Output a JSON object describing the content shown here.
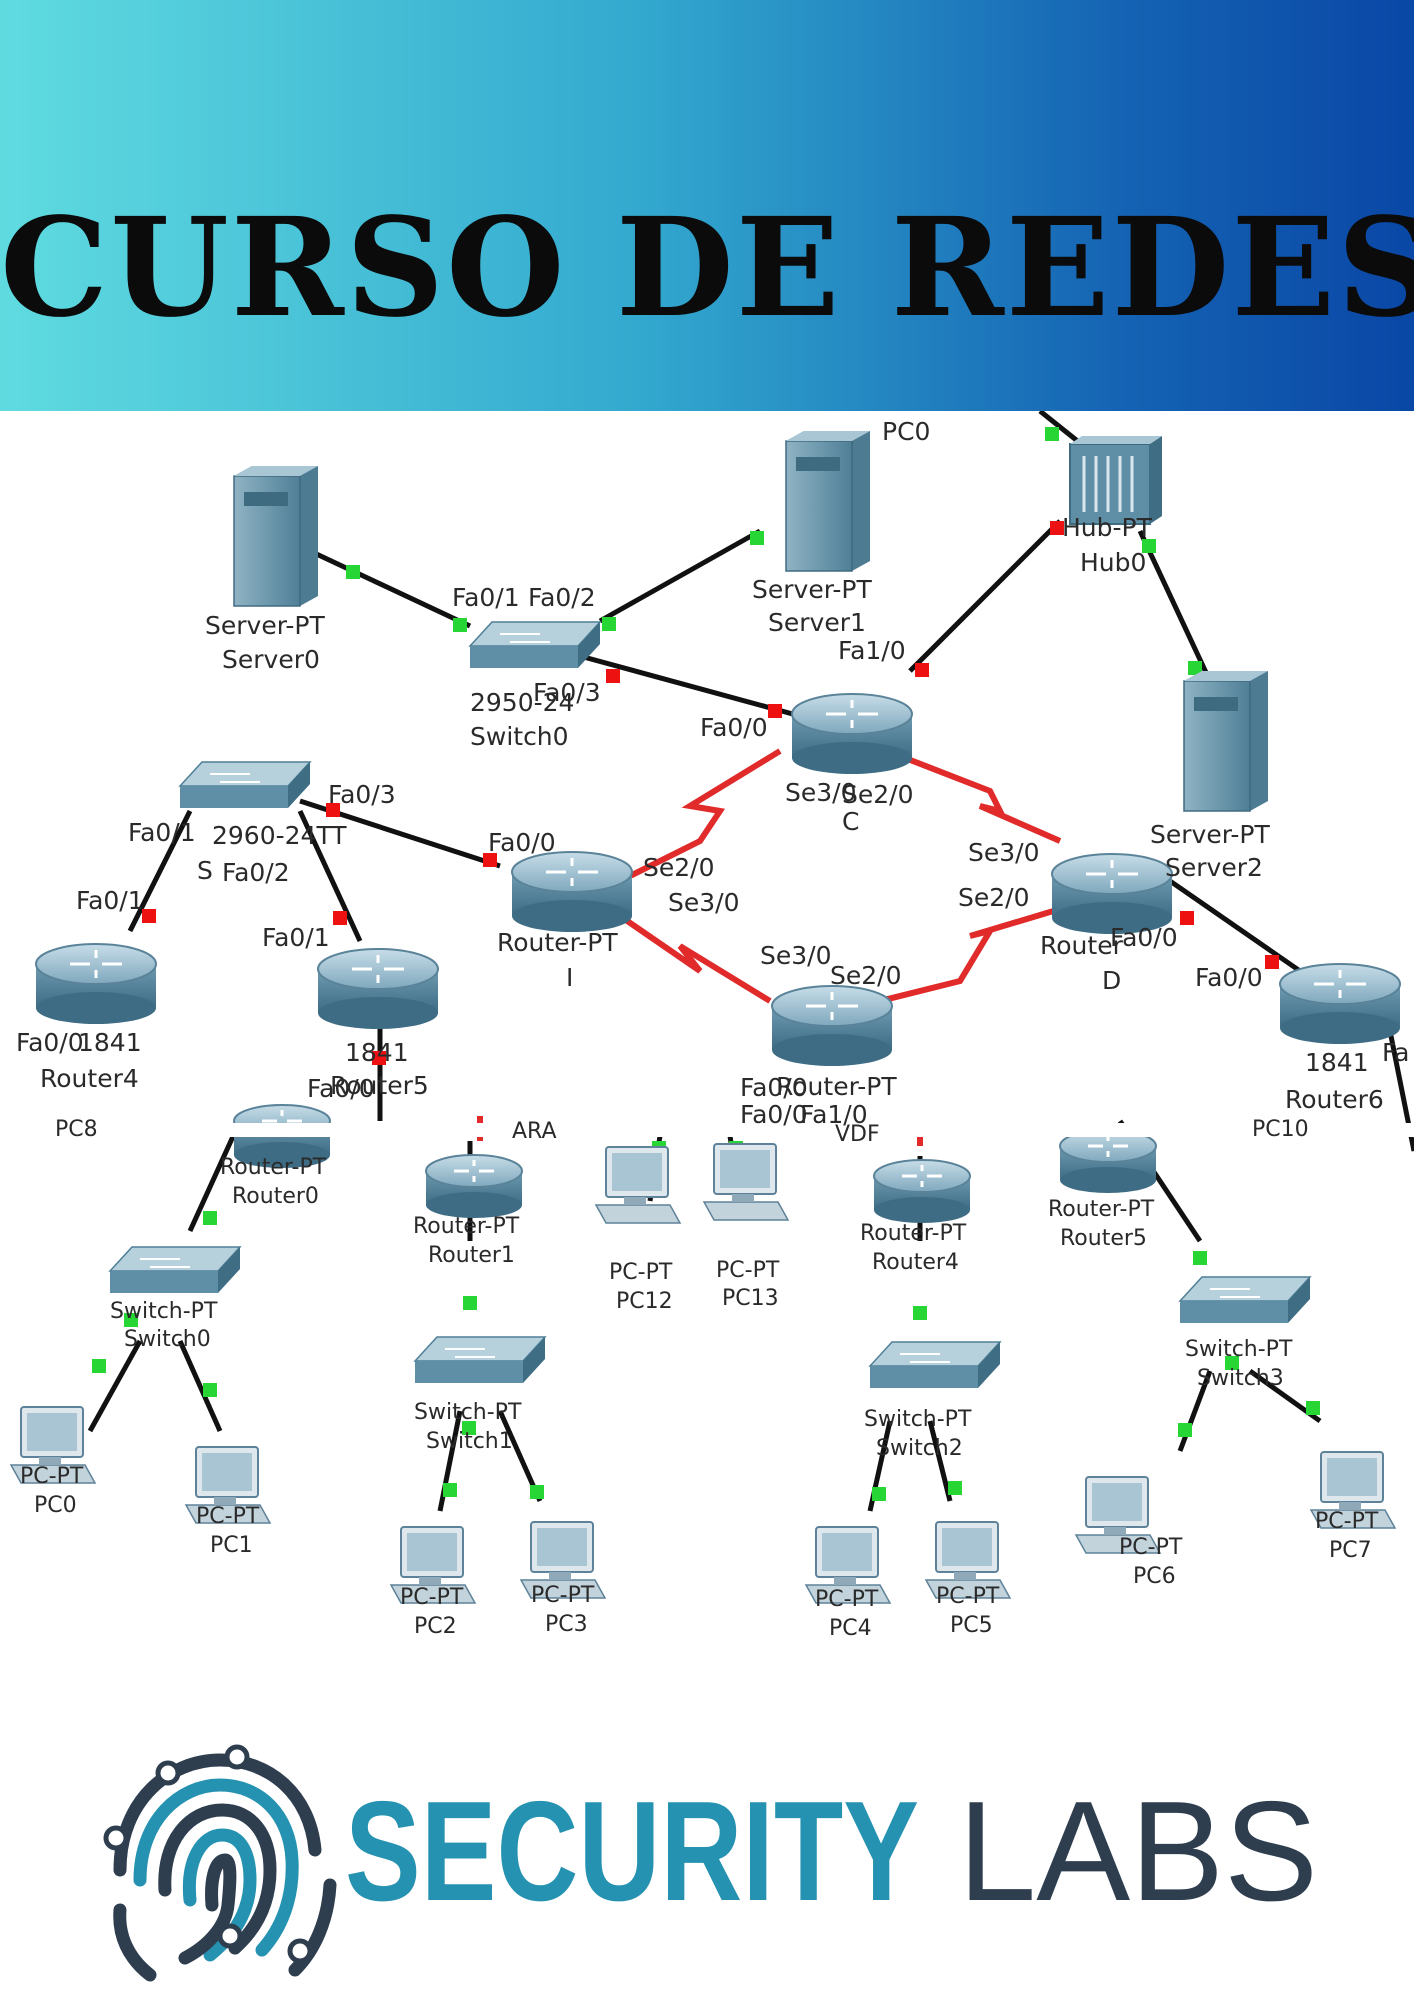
{
  "banner": {
    "title": "CURSO DE REDES",
    "gradient": [
      "#5fdbe0",
      "#33a9cf",
      "#1462b3",
      "#0a47a6"
    ]
  },
  "colors": {
    "link": "#111111",
    "serial_link": "#e12a2a",
    "port_up": "#27d635",
    "port_down": "#ee1111",
    "device_body": "#5e8fa6"
  },
  "diagram": {
    "top_devices": [
      {
        "type": "Server-PT",
        "name": "Server0"
      },
      {
        "type": "Server-PT",
        "name": "Server1"
      },
      {
        "type": "Hub-PT",
        "name": "Hub0"
      },
      {
        "type": "Server-PT",
        "name": "Server2"
      },
      {
        "type": "",
        "name": "PC0"
      },
      {
        "type": "2950-24",
        "name": "Switch0"
      },
      {
        "type": "Router-PT",
        "name": "C"
      },
      {
        "type": "Router-PT",
        "name": "I"
      },
      {
        "type": "Router",
        "name": "D"
      },
      {
        "type": "Router-PT",
        "name": ""
      },
      {
        "type": "2960-24TT",
        "name": "S"
      },
      {
        "type": "1841",
        "name": "Router4"
      },
      {
        "type": "1841",
        "name": "Router5"
      },
      {
        "type": "1841",
        "name": "Router6"
      }
    ],
    "port_labels": [
      "Fa0/1",
      "Fa0/2",
      "Fa0/3",
      "Fa0/0",
      "Fa1/0",
      "Se2/0",
      "Se3/0",
      "Fa0/3",
      "Fa0/1",
      "Fa0/2",
      "Fa0/0",
      "Se2/0",
      "Se3/0",
      "Se3/0",
      "Se2/0",
      "Se3/0",
      "Se2/0",
      "Fa0/0",
      "Fa0/0",
      "Fa0/1",
      "Fa0/1",
      "Fa0/0",
      "Fa0/0",
      "Fa1/0",
      "Fa"
    ],
    "fragments": [
      "PC8",
      "PC10",
      "ARA",
      "VDF",
      "Fa0/0",
      "Fa0/0"
    ],
    "bottom_devices": [
      {
        "type": "Router-PT",
        "name": "Router0"
      },
      {
        "type": "Router-PT",
        "name": "Router1"
      },
      {
        "type": "Router-PT",
        "name": "Router4"
      },
      {
        "type": "Router-PT",
        "name": "Router5"
      },
      {
        "type": "Switch-PT",
        "name": "Switch0"
      },
      {
        "type": "Switch-PT",
        "name": "Switch1"
      },
      {
        "type": "Switch-PT",
        "name": "Switch2"
      },
      {
        "type": "Switch-PT",
        "name": "Switch3"
      },
      {
        "type": "PC-PT",
        "name": "PC0"
      },
      {
        "type": "PC-PT",
        "name": "PC1"
      },
      {
        "type": "PC-PT",
        "name": "PC2"
      },
      {
        "type": "PC-PT",
        "name": "PC3"
      },
      {
        "type": "PC-PT",
        "name": "PC12"
      },
      {
        "type": "PC-PT",
        "name": "PC13"
      },
      {
        "type": "PC-PT",
        "name": "PC4"
      },
      {
        "type": "PC-PT",
        "name": "PC5"
      },
      {
        "type": "PC-PT",
        "name": "PC6"
      },
      {
        "type": "PC-PT",
        "name": "PC7"
      }
    ]
  },
  "logo": {
    "word1": "SECURITY",
    "word2": "LABS",
    "color1": "#2492b0",
    "color2": "#2e3e4f"
  }
}
